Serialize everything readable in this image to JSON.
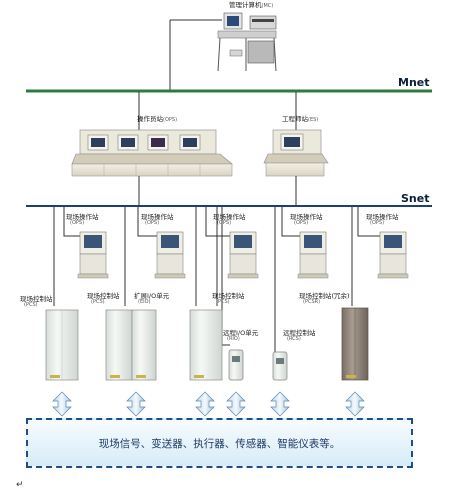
{
  "mc": {
    "name": "管理计算机",
    "abbr": "(MC)"
  },
  "networks": {
    "mnet": "Mnet",
    "snet": "Snet"
  },
  "ops": {
    "name": "操作员站",
    "abbr": "(OPS)"
  },
  "es": {
    "name": "工程师站",
    "abbr": "(ES)"
  },
  "field_stations": [
    {
      "name": "现场操作站",
      "abbr": "(OPS)"
    },
    {
      "name": "现场操作站",
      "abbr": "(OPS)"
    },
    {
      "name": "现场操作站",
      "abbr": "(OPS)"
    },
    {
      "name": "现场操作站",
      "abbr": "(OPS)"
    },
    {
      "name": "现场操作站",
      "abbr": "(OPS)"
    }
  ],
  "controllers": [
    {
      "name": "现场控制站",
      "abbr": "(PCS)"
    },
    {
      "name": "现场控制站",
      "abbr": "(PCS)"
    },
    {
      "name": "扩展I/O单元",
      "abbr": "(EIO)"
    },
    {
      "name": "现场控制站",
      "abbr": "(PCS)"
    },
    {
      "name": "远程I/O单元",
      "abbr": "(RIO)"
    },
    {
      "name": "远程控制站",
      "abbr": "(RCS)"
    },
    {
      "name": "现场控制站(冗余)",
      "abbr": "(PCSR)"
    }
  ],
  "field_devices": "现场信号、变送器、执行器、传感器、智能仪表等。",
  "return_mark": "↵",
  "colors": {
    "mnet_line": "#2f7a3c",
    "snet_line": "#1d3f78",
    "cabinet": "#eef1ee",
    "dashed_border": "#1d4f86",
    "arrow_fill": "#dbeaf6"
  }
}
